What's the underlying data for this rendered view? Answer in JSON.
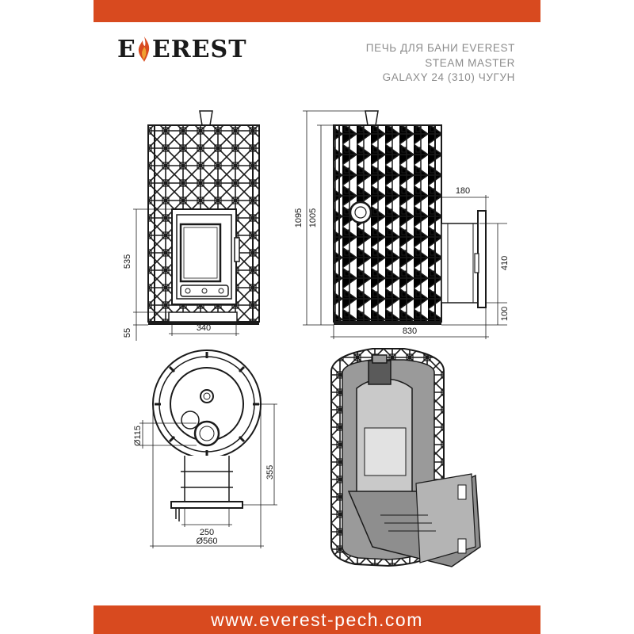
{
  "brand": {
    "logo_text": "EVEREST",
    "logo_prefix": "E",
    "logo_suffix": "EREST",
    "accent": "#d84a1f"
  },
  "title": {
    "line1": "ПЕЧЬ ДЛЯ БАНИ EVEREST",
    "line2": "STEAM MASTER",
    "line3": "GALAXY 24 (310) ЧУГУН"
  },
  "dimensions": {
    "front": {
      "height_door": "535",
      "height_leg": "55",
      "width_door": "340"
    },
    "side": {
      "total_height": "1095",
      "body_height": "1005",
      "tunnel_depth": "180",
      "tunnel_height": "410",
      "tunnel_bottom": "100",
      "depth": "830"
    },
    "top": {
      "chimney_diameter": "Ø115",
      "tunnel_length": "355",
      "tunnel_width": "250",
      "diameter": "Ø560"
    }
  },
  "footer": {
    "url": "www.everest-pech.com"
  },
  "colors": {
    "bar": "#d84a1f",
    "line": "#1a1a1a",
    "title_text": "#8c8c8c",
    "cutaway_grey": "#9a9a9a",
    "cutaway_dark": "#5a5a5a"
  }
}
